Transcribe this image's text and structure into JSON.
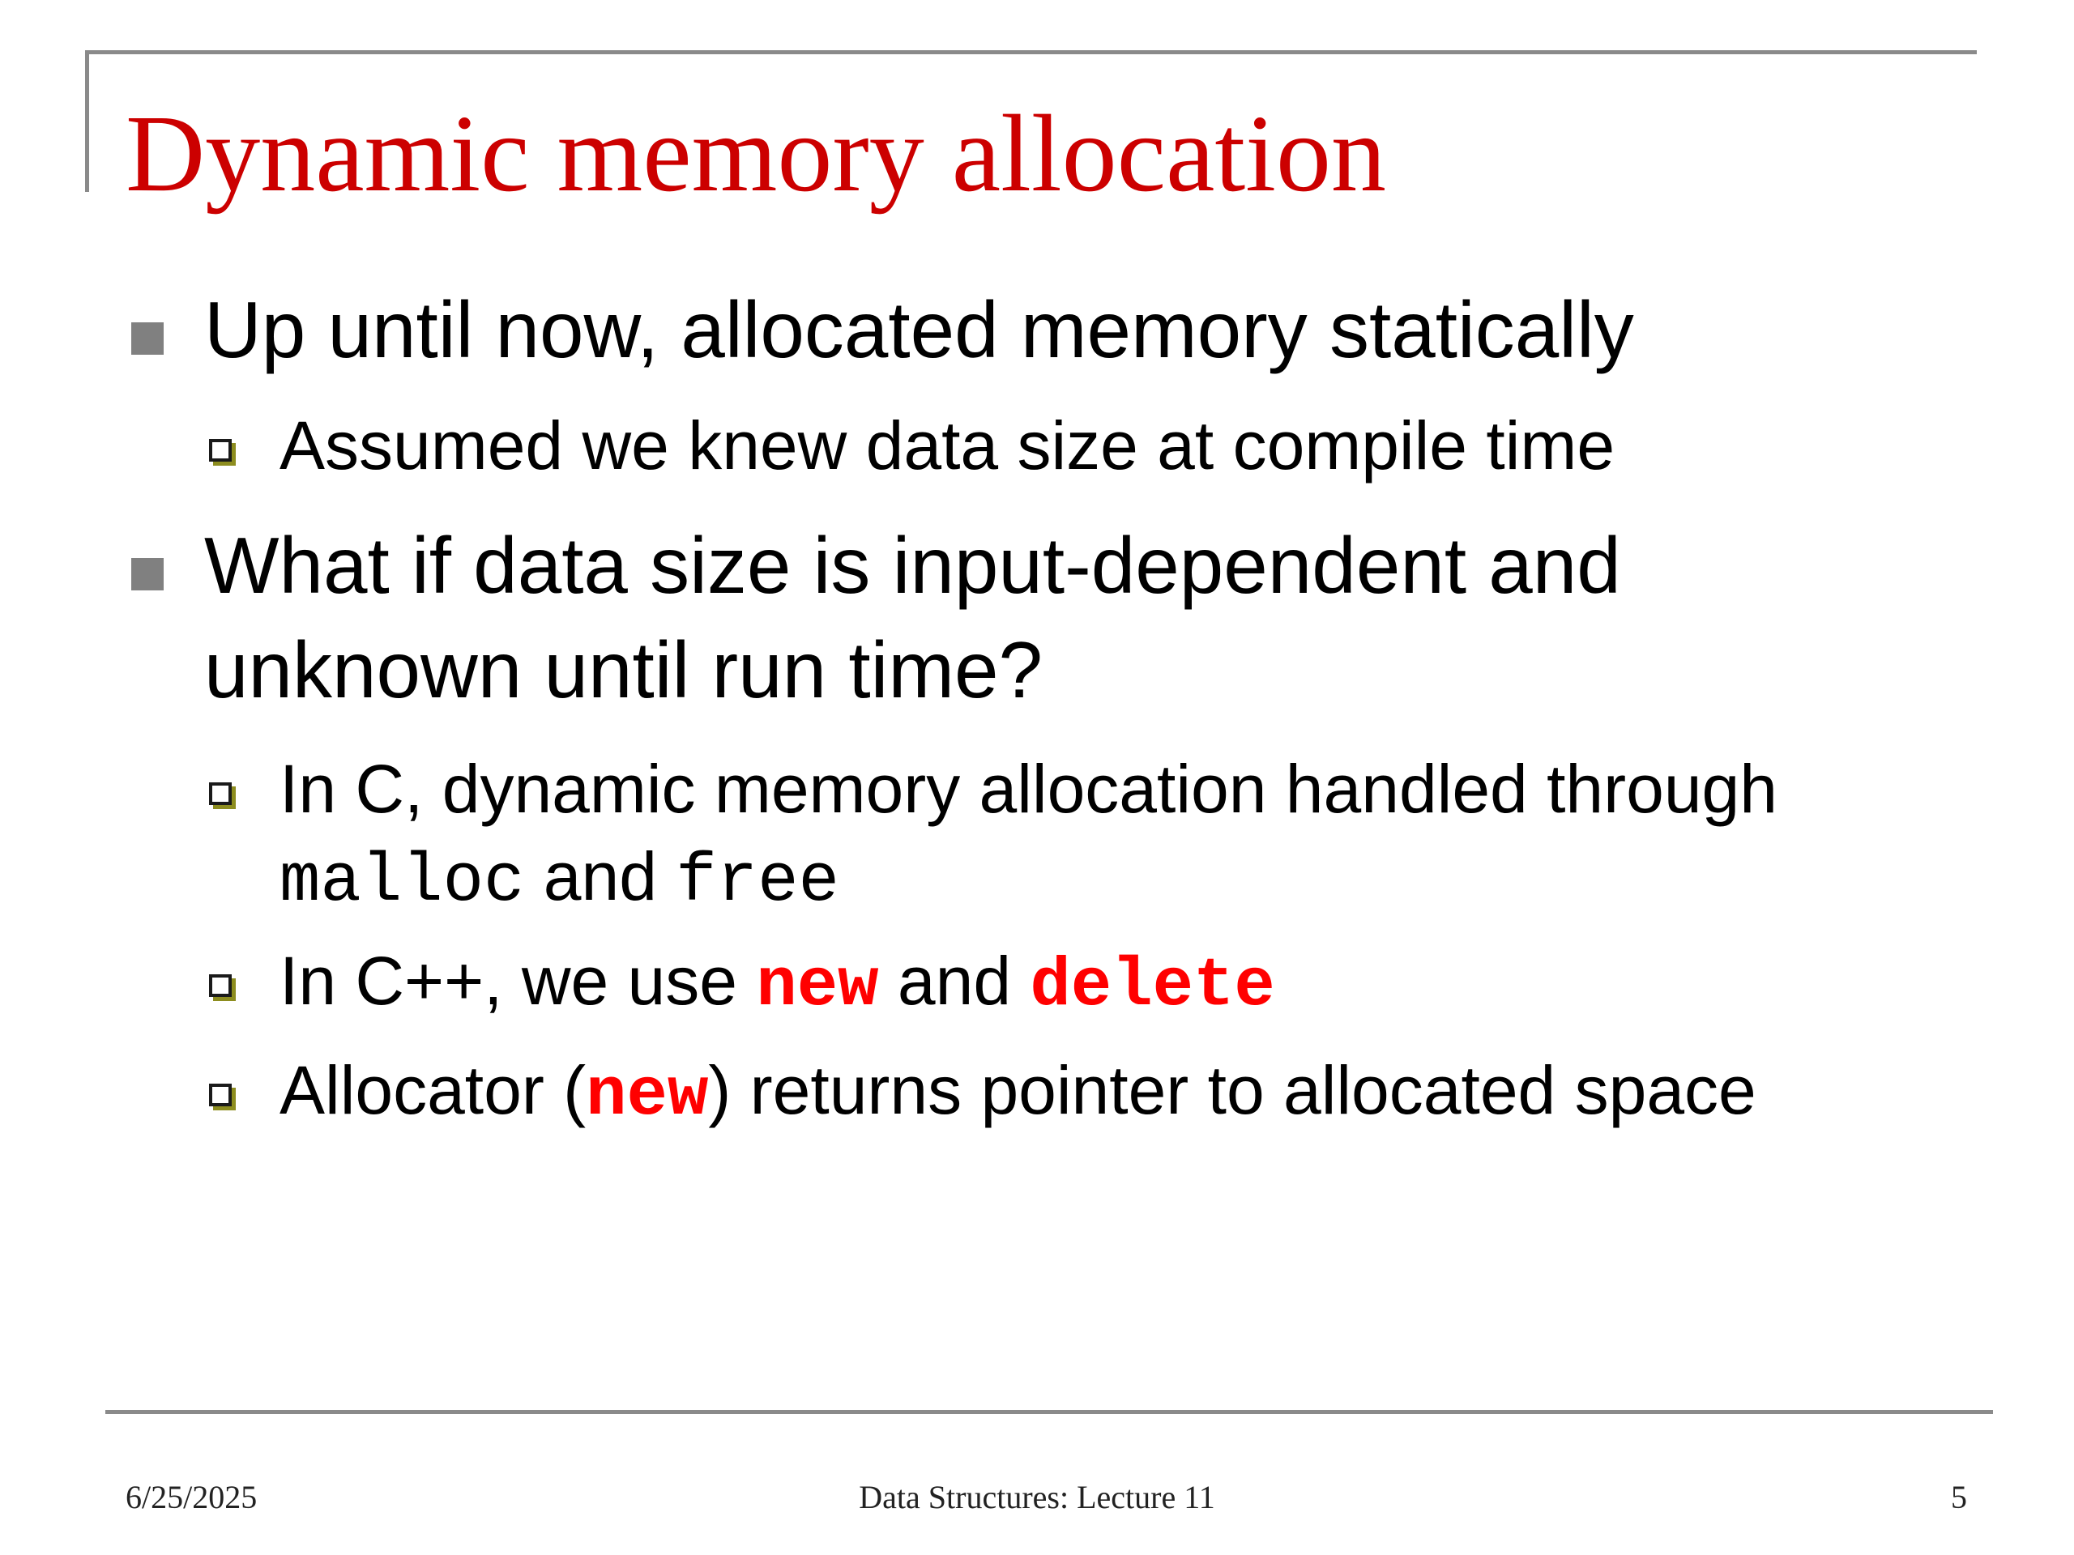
{
  "slide": {
    "title": "Dynamic memory allocation",
    "bullets": [
      {
        "level": 1,
        "text": "Up until now, allocated memory statically"
      },
      {
        "level": 2,
        "text": "Assumed we knew data size at compile time"
      },
      {
        "level": 1,
        "line1": "What if data size is input-dependent and",
        "line2": "unknown until run time?"
      },
      {
        "level": 2,
        "line1": "In C, dynamic memory allocation handled through",
        "code1": "malloc",
        "mid": "and",
        "code2": "free"
      },
      {
        "level": 2,
        "pre": "In C++, we use ",
        "code1": "new",
        "mid": " and ",
        "code2": "delete"
      },
      {
        "level": 2,
        "pre": "Allocator (",
        "code": "new",
        "post": ") returns pointer to allocated space"
      }
    ]
  },
  "footer": {
    "date": "6/25/2025",
    "course": "Data Structures: Lecture 11",
    "page": "5"
  },
  "colors": {
    "title": "#cc0000",
    "keyword": "#ff0000",
    "rule": "#8a8a8a",
    "bullet_square": "#808080",
    "sub_bullet_shadow": "#8d8d1f"
  }
}
